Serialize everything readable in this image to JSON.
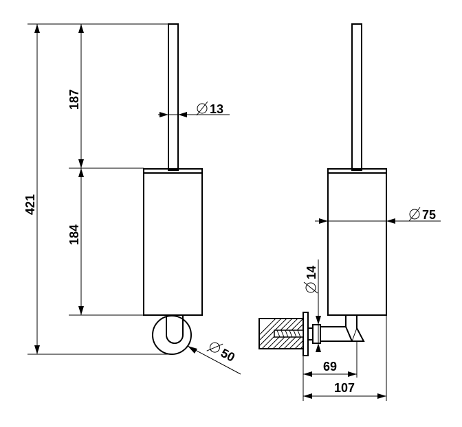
{
  "drawing": {
    "dimensions": {
      "total_height": "421",
      "rod_length": "187",
      "holder_height": "184",
      "rod_diameter": "13",
      "base_diameter": "50",
      "holder_diameter": "75",
      "bracket_diameter": "14",
      "wall_offset": "69",
      "total_depth": "107"
    }
  }
}
